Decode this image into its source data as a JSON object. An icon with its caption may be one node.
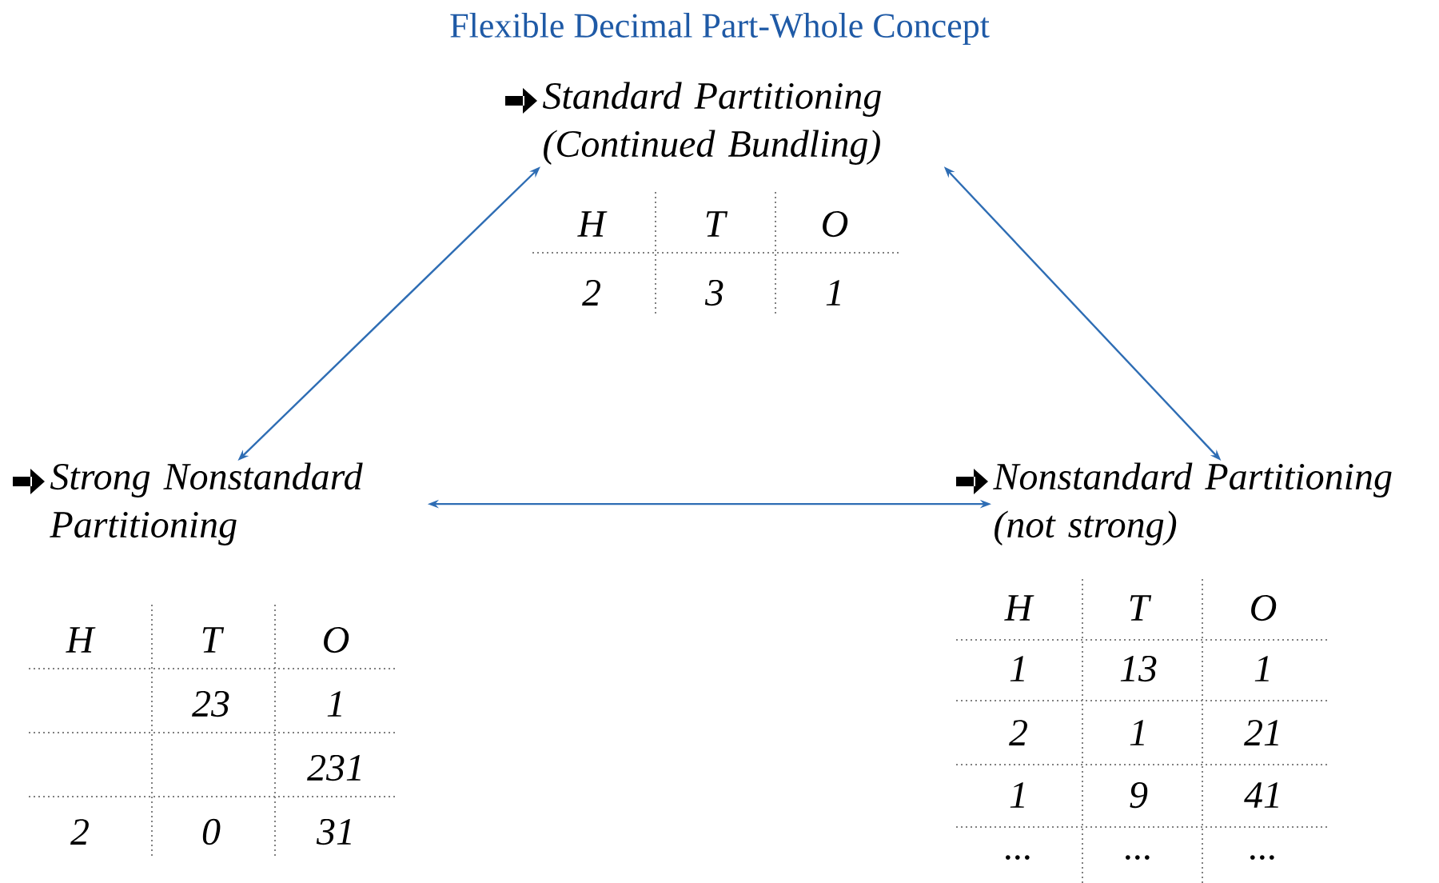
{
  "diagram": {
    "title": "Flexible Decimal Part-Whole Concept",
    "nodes": [
      {
        "text": [
          "Standard Partitioning (Continued Bundling)"
        ]
      },
      {
        "text": [
          "Strong Nonstandard Partitioning"
        ]
      },
      {
        "text": [
          "Nonstandard Partitioning (not strong)"
        ]
      }
    ],
    "edges": [
      {
        "from": 1,
        "to": 0,
        "arrow": "both"
      },
      {
        "from": 0,
        "to": 2,
        "arrow": "both"
      },
      {
        "from": 1,
        "to": 2,
        "arrow": "both"
      }
    ],
    "labels": [
      "H",
      "T",
      "O",
      "2",
      "3",
      "1",
      "H",
      "T",
      "O",
      "23",
      "1",
      "231",
      "2",
      "0",
      "31",
      "H",
      "T",
      "O",
      "1",
      "13",
      "1",
      "2",
      "1",
      "21",
      "1",
      "9",
      "41",
      "...",
      "...",
      "..."
    ]
  }
}
